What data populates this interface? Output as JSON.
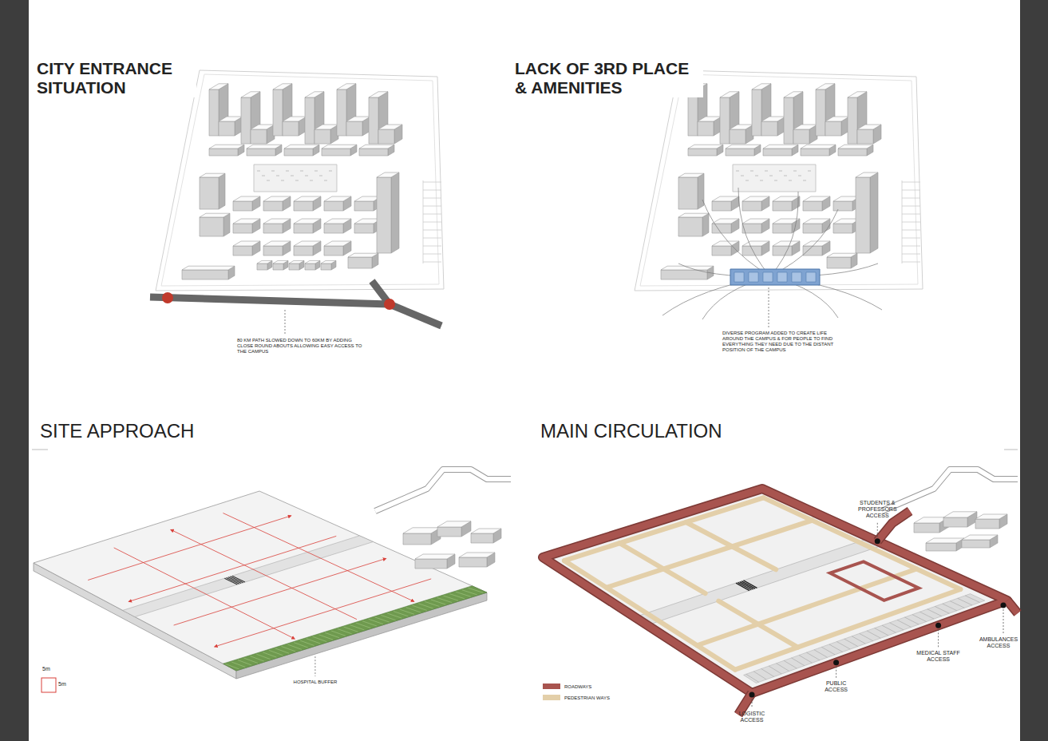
{
  "diagram": {
    "labels": [
      "CITY ENTRANCE SITUATION",
      "80 KM PATH SLOWED DOWN TO 60KM BY ADDING CLOSE ROUND ABOUTS ALLOWING EASY ACCESS TO THE CAMPUS",
      "LACK OF 3RD PLACE & AMENITIES",
      "DIVERSE PROGRAM ADDED TO CREATE LIFE AROUND THE CAMPUS & FOR PEOPLE TO FIND EVERYTHING THEY NEED DUE TO THE DISTANT POSITION OF THE CAMPUS",
      "SITE APPROACH",
      "5m",
      "5m",
      "HOSPITAL BUFFER",
      "MAIN CIRCULATION",
      "STUDENTS & PROFESSORS ACCESS",
      "AMBULANCES ACCESS",
      "MEDICAL STAFF ACCESS",
      "PUBLIC ACCESS",
      "LOGISTIC ACCESS"
    ],
    "legend": [
      {
        "text": "ROADWAYS",
        "color": "#a8544f"
      },
      {
        "text": "PEDESTRIAN WAYS",
        "color": "#e3cfa9"
      }
    ]
  }
}
